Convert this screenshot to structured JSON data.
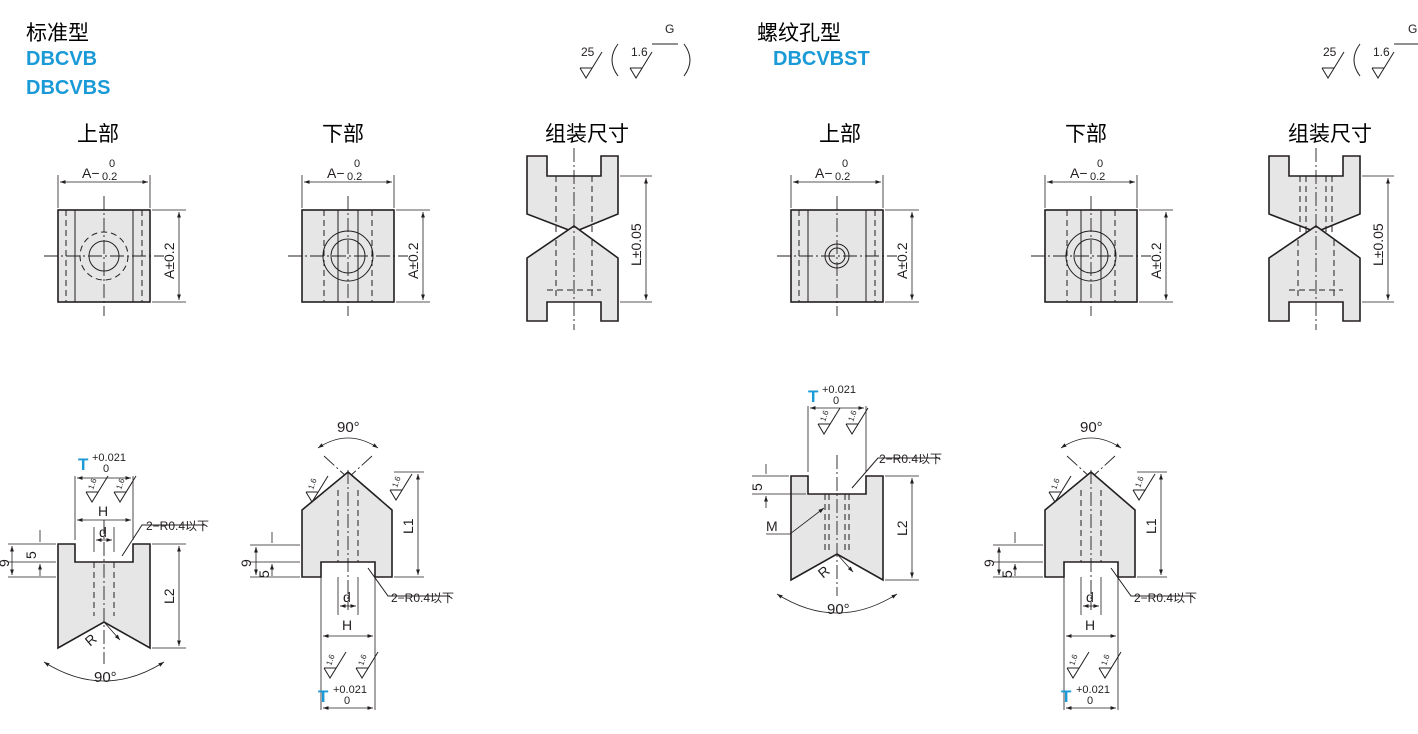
{
  "left_group": {
    "type_label": "标准型",
    "codes": [
      "DBCVB",
      "DBCVBS"
    ],
    "roughness": {
      "main": "25",
      "secondary": "1.6",
      "grind": "G"
    }
  },
  "right_group": {
    "type_label": "螺纹孔型",
    "codes": [
      "DBCVBST"
    ],
    "roughness": {
      "main": "25",
      "secondary": "1.6",
      "grind": "G"
    }
  },
  "view_titles": {
    "top": "上部",
    "bottom": "下部",
    "assembly": "组装尺寸"
  },
  "dims": {
    "a_width": "A−",
    "a_width_upper": "0",
    "a_width_lower": "0.2",
    "a_height": "A±0.2",
    "l_assembly": "L±0.05",
    "l1": "L1",
    "l2": "L2",
    "h": "H",
    "d": "d",
    "r": "R",
    "m": "M",
    "t": "T",
    "t_upper": "+0.021",
    "t_lower": "0",
    "angle": "90°",
    "corner": "2−R0.4以下",
    "dim_5": "5",
    "dim_9": "9",
    "rough_16": "1.6",
    "rough_g": "G"
  }
}
